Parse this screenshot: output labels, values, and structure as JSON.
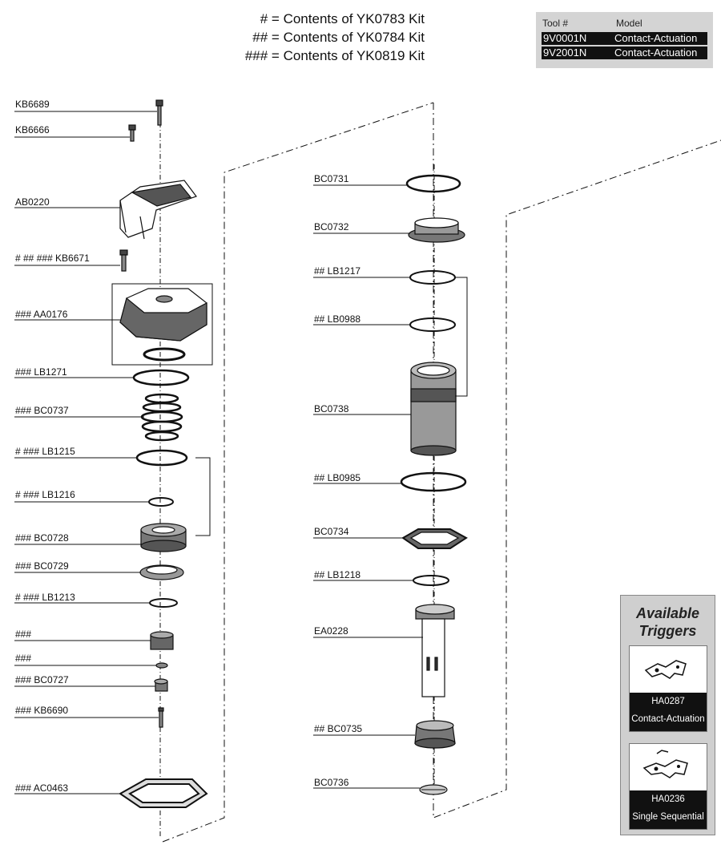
{
  "kit_legend": [
    "# = Contents of YK0783 Kit",
    "## = Contents of YK0784 Kit",
    "### = Contents of YK0819 Kit"
  ],
  "tool_table": {
    "headers": [
      "Tool #",
      "Model"
    ],
    "rows": [
      {
        "tool": "9V0001N",
        "model": "Contact-Actuation"
      },
      {
        "tool": "9V2001N",
        "model": "Contact-Actuation"
      }
    ]
  },
  "triggers": {
    "title_line1": "Available",
    "title_line2": "Triggers",
    "items": [
      {
        "part": "HA0287",
        "name": "Contact-Actuation"
      },
      {
        "part": "HA0236",
        "name": "Single Sequential"
      }
    ]
  },
  "callouts_left": [
    "KB6689",
    "KB6666",
    "AB0220",
    "# ## ### KB6671",
    "### AA0176",
    "### LB1271",
    "### BC0737",
    "# ### LB1215",
    "# ### LB1216",
    "### BC0728",
    "### BC0729",
    "# ### LB1213",
    "###",
    "###",
    "### BC0727",
    "### KB6690",
    "### AC0463"
  ],
  "callouts_right": [
    "BC0731",
    "BC0732",
    "## LB1217",
    "## LB0988",
    "BC0738",
    "## LB0985",
    "BC0734",
    "## LB1218",
    "EA0228",
    "## BC0735",
    "BC0736"
  ],
  "colors": {
    "line": "#111111",
    "table_bg": "#d4d4d4",
    "row_bg": "#111111",
    "panel_bg": "#cfcfcf"
  }
}
